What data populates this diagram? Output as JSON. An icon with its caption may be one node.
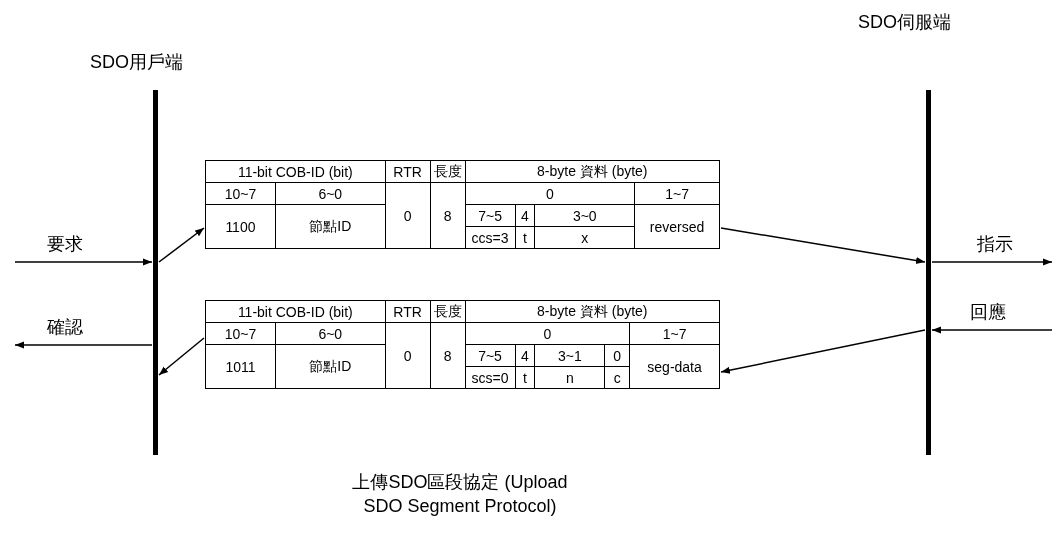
{
  "diagram": {
    "caption": "上傳SDO區段協定 (Upload SDO Segment Protocol)",
    "nodes": [
      {
        "text": [
          "SDO用戶端"
        ]
      },
      {
        "text": [
          "SDO伺服端"
        ]
      },
      {
        "text": [],
        "shape": "box"
      },
      {
        "text": [],
        "shape": "box"
      }
    ],
    "edges": [
      {
        "from": null,
        "to": 0,
        "arrow": "to",
        "label": "要求"
      },
      {
        "from": 0,
        "to": 2,
        "arrow": "to"
      },
      {
        "from": 2,
        "to": 1,
        "arrow": "to"
      },
      {
        "from": 1,
        "to": null,
        "arrow": "to",
        "label": "指示"
      },
      {
        "from": null,
        "to": 1,
        "arrow": "to",
        "label": "回應"
      },
      {
        "from": 1,
        "to": 3,
        "arrow": "to"
      },
      {
        "from": 3,
        "to": 0,
        "arrow": "to"
      },
      {
        "from": 0,
        "to": null,
        "arrow": "to",
        "label": "確認"
      }
    ],
    "labels": [
      "11-bit COB-ID (bit)",
      "RTR",
      "長度",
      "8-byte 資料 (byte)",
      "10~7",
      "6~0",
      "0",
      "8",
      "0",
      "1~7",
      "1100",
      "節點ID",
      "7~5",
      "4",
      "3~0",
      "reversed",
      "ccs=3",
      "t",
      "x",
      "11-bit COB-ID (bit)",
      "RTR",
      "長度",
      "8-byte 資料 (byte)",
      "10~7",
      "6~0",
      "0",
      "8",
      "0",
      "1~7",
      "1011",
      "節點ID",
      "7~5",
      "4",
      "3~1",
      "0",
      "seg-data",
      "scs=0",
      "t",
      "n",
      "c"
    ]
  }
}
